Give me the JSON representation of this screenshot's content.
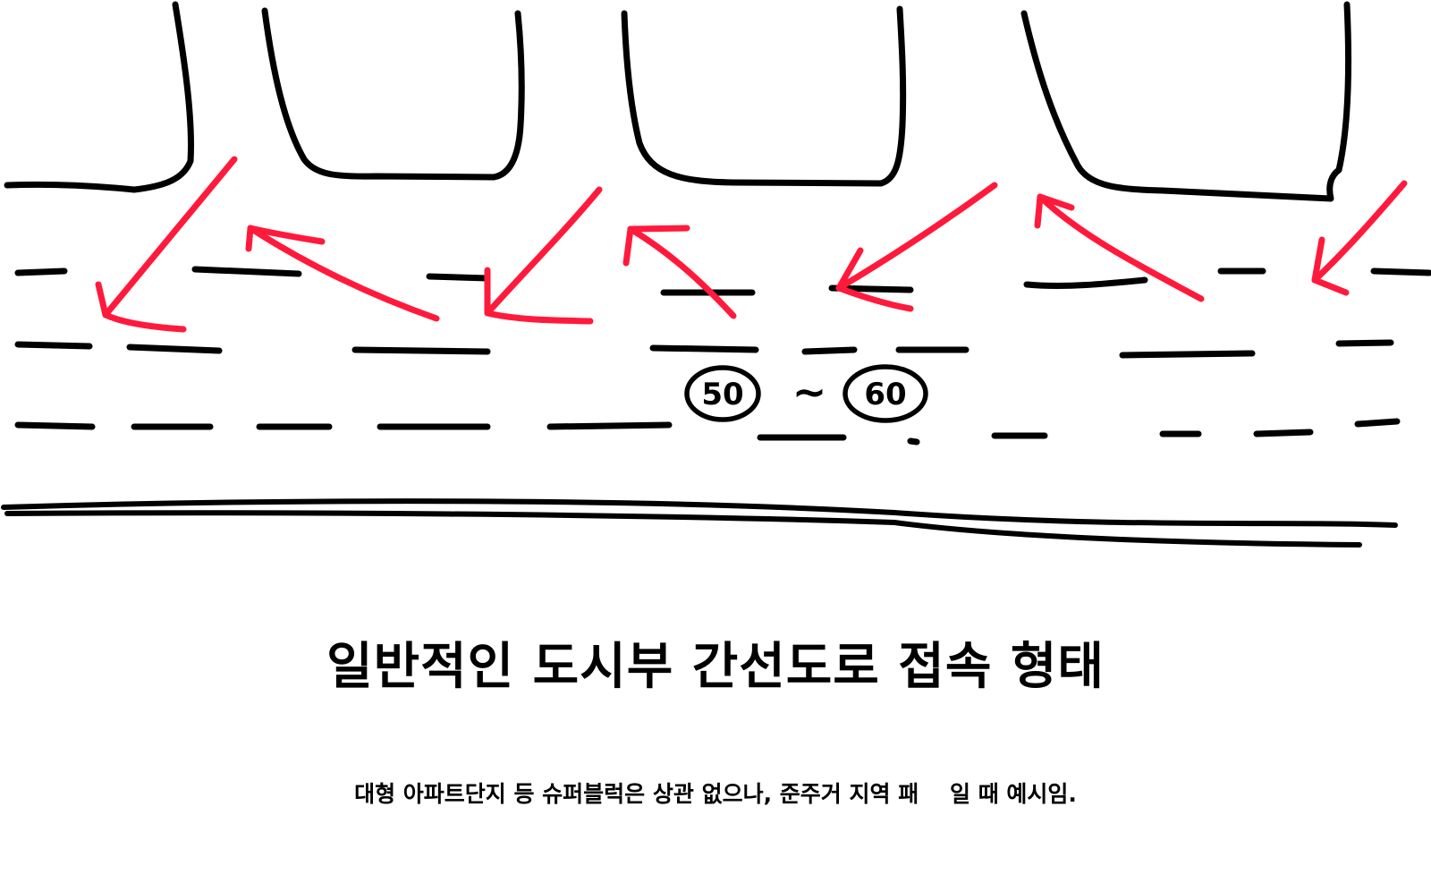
{
  "diagram": {
    "speed_min": "50",
    "speed_max": "60",
    "range_separator": "~",
    "colors": {
      "road_lines": "#000000",
      "traffic_arrows": "#ff1a3c",
      "background": "#ffffff"
    }
  },
  "title": "일반적인 도시부 간선도로 접속 형태",
  "caption": "대형 아파트단지 등 슈퍼블럭은 상관 없으나, 준주거 지역 패    일 때 예시임."
}
